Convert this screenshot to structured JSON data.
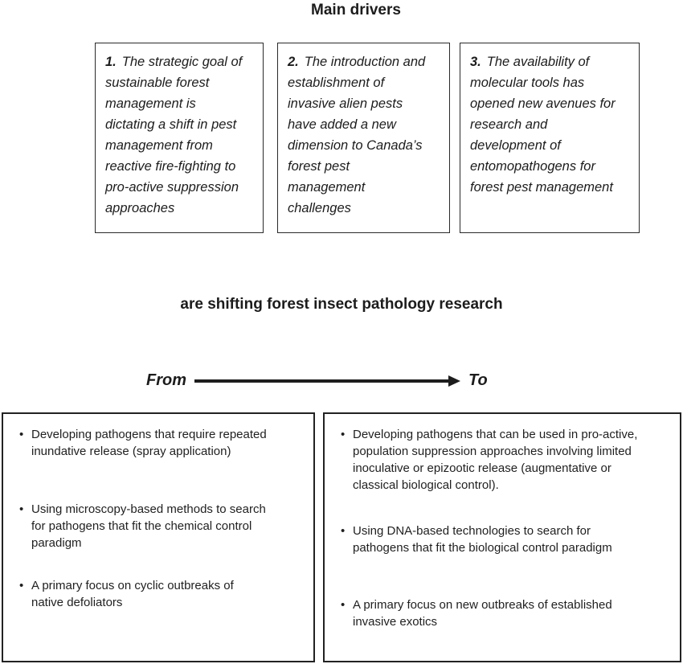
{
  "title": "Main drivers",
  "bullet_glyph": "•",
  "colors": {
    "background": "#ffffff",
    "text": "#1c1c1c",
    "border": "#222222"
  },
  "drivers": [
    {
      "number": "1.",
      "text": "The strategic goal of\nsustainable forest\nmanagement is\ndictating a shift in pest\nmanagement from\nreactive fire-fighting to\npro-active suppression\napproaches"
    },
    {
      "number": "2.",
      "text": "The introduction and\nestablishment of\ninvasive alien pests\nhave added a new\ndimension to Canada’s\nforest pest\nmanagement\nchallenges"
    },
    {
      "number": "3.",
      "text": "The availability of\nmolecular tools has\nopened new avenues for\nresearch and\ndevelopment of\nentomopathogens for\nforest pest management"
    }
  ],
  "shift_heading": "are shifting forest insect pathology research",
  "transition": {
    "from_label": "From",
    "to_label": "To"
  },
  "from_box": {
    "bullets": [
      "Developing pathogens that require repeated\ninundative release (spray application)",
      "Using microscopy-based methods to search\nfor pathogens that fit the chemical control\nparadigm",
      "A primary focus on cyclic outbreaks of\nnative defoliators"
    ]
  },
  "to_box": {
    "bullets": [
      "Developing pathogens that can be used in pro-active,\npopulation suppression approaches involving limited\ninoculative or epizootic release (augmentative or\nclassical biological control).",
      "Using DNA-based technologies to search for\npathogens that fit the biological control paradigm",
      "A primary focus on new outbreaks of established\ninvasive exotics"
    ]
  }
}
